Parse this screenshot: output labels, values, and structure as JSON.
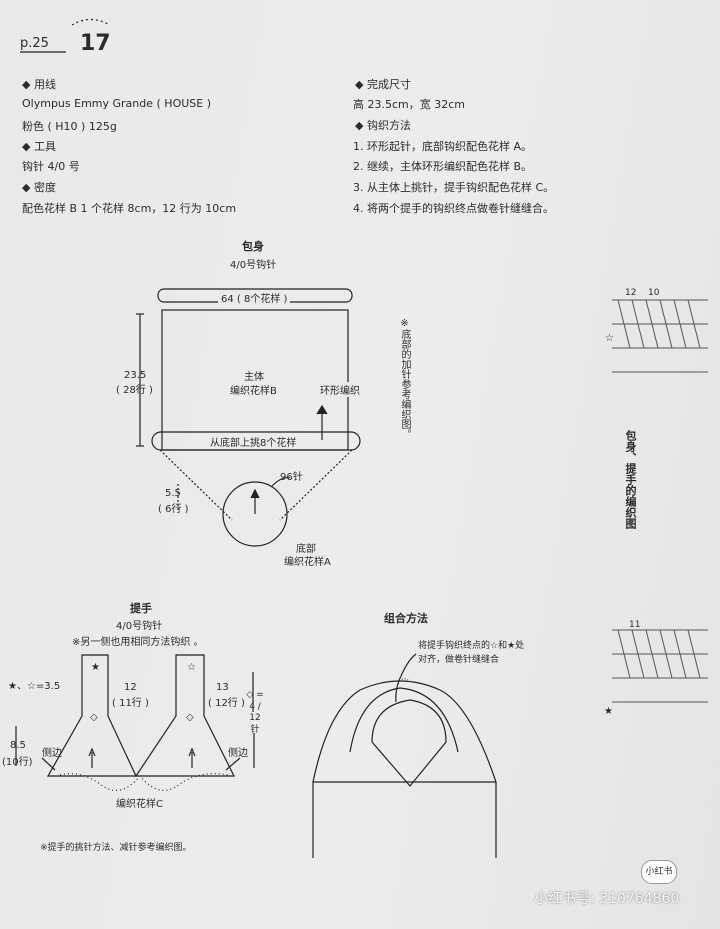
{
  "header": {
    "page_label": "p.25",
    "pattern_number": "17"
  },
  "left_info": {
    "yarn_heading": "◆ 用线",
    "yarn_line1": "Olympus Emmy Grande ( HOUSE )",
    "yarn_line2": "粉色 ( H10 ) 125g",
    "tool_heading": "◆ 工具",
    "tool_line": "钩针  4/0 号",
    "gauge_heading": "◆ 密度",
    "gauge_line": "配色花样 B    1 个花样 8cm，12 行为 10cm"
  },
  "right_info": {
    "size_heading": "◆ 完成尺寸",
    "size_line": "高 23.5cm，宽 32cm",
    "method_heading": "◆ 钩织方法",
    "steps": [
      "1. 环形起针，底部钩织配色花样 A。",
      "2. 继续，主体环形编织配色花样 B。",
      "3. 从主体上挑针，提手钩织配色花样 C。",
      "4. 将两个提手的钩织终点做卷针缝缝合。"
    ]
  },
  "body_diagram": {
    "title": "包身",
    "hook": "4/0号钩针",
    "width_label": "64 ( 8个花样 )",
    "height_value": "23.5",
    "height_rows": "( 28行 )",
    "main_label1": "主体",
    "main_label2": "编织花样B",
    "round_label": "环形编织",
    "pickup_label": "从底部上挑8个花样",
    "bottom_size": "5.5",
    "bottom_rows": "( 6行 )",
    "stitches": "96针",
    "bottom_label1": "底部",
    "bottom_label2": "编织花样A",
    "side_note": "※底部的加针参考编织图。"
  },
  "handle_diagram": {
    "title": "提手",
    "hook": "4/0号钩针",
    "note": "※另一侧也用相同方法钩织 。",
    "symbol_note": "★、☆=3.5",
    "left_strap_size": "12",
    "left_strap_rows": "( 11行 )",
    "right_strap_size": "13",
    "right_strap_rows": "( 12行 )",
    "decrease_label": "◇ = 4 / 12 针",
    "height_size": "8.5",
    "height_rows": "(10行)",
    "side_left": "侧边",
    "side_right": "侧边",
    "pattern_label": "编织花样C",
    "bottom_note": "※提手的挑针方法、减针参考编织图。"
  },
  "assembly_diagram": {
    "title": "组合方法",
    "note_line1": "将提手钩织终点的☆和★处",
    "note_line2": "对齐，做卷针缝缝合"
  },
  "side_strip": {
    "vertical_title": "包身、提手的编织图",
    "mark_12": "12",
    "mark_10": "10",
    "mark_11": "11"
  },
  "watermark": {
    "logo_text": "小红书",
    "id_text": "小红书号: 310764860"
  }
}
